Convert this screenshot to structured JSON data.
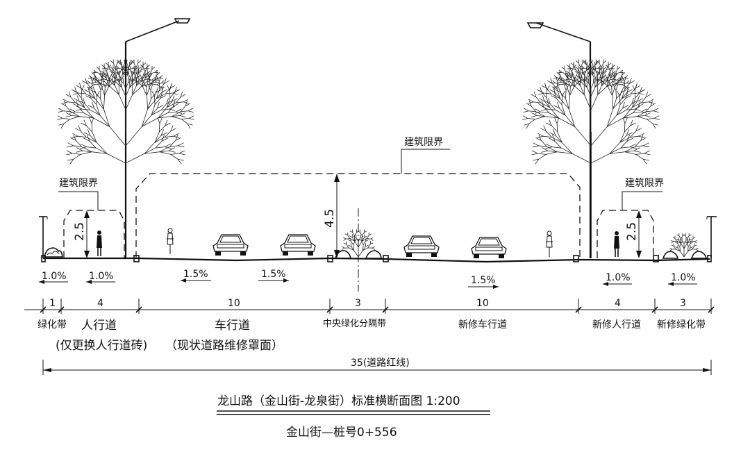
{
  "title": "龙山路（金山街-龙泉街）标准横断面图 1:200",
  "subtitle": "金山街—桩号0+556",
  "clearance_label": "建筑限界",
  "heights": {
    "center": "4.5",
    "left": "2.5",
    "right": "2.5"
  },
  "slopes": [
    "1.0%",
    "1.0%",
    "1.5%",
    "1.5%",
    "1.5%",
    "1.0%",
    "1.0%"
  ],
  "widths": [
    "1",
    "4",
    "10",
    "3",
    "10",
    "4",
    "3"
  ],
  "zones": {
    "green_belt": "绿化带",
    "sidewalk": "人行道",
    "sidewalk_note": "(仅更换人行道砖)",
    "carriageway": "车行道",
    "carriageway_note": "（现状道路维修罩面）",
    "median": "中央绿化分隔带",
    "new_carriageway": "新修车行道",
    "new_sidewalk": "新修人行道",
    "new_green_belt": "新修绿化带"
  },
  "total": "35(道路红线)"
}
